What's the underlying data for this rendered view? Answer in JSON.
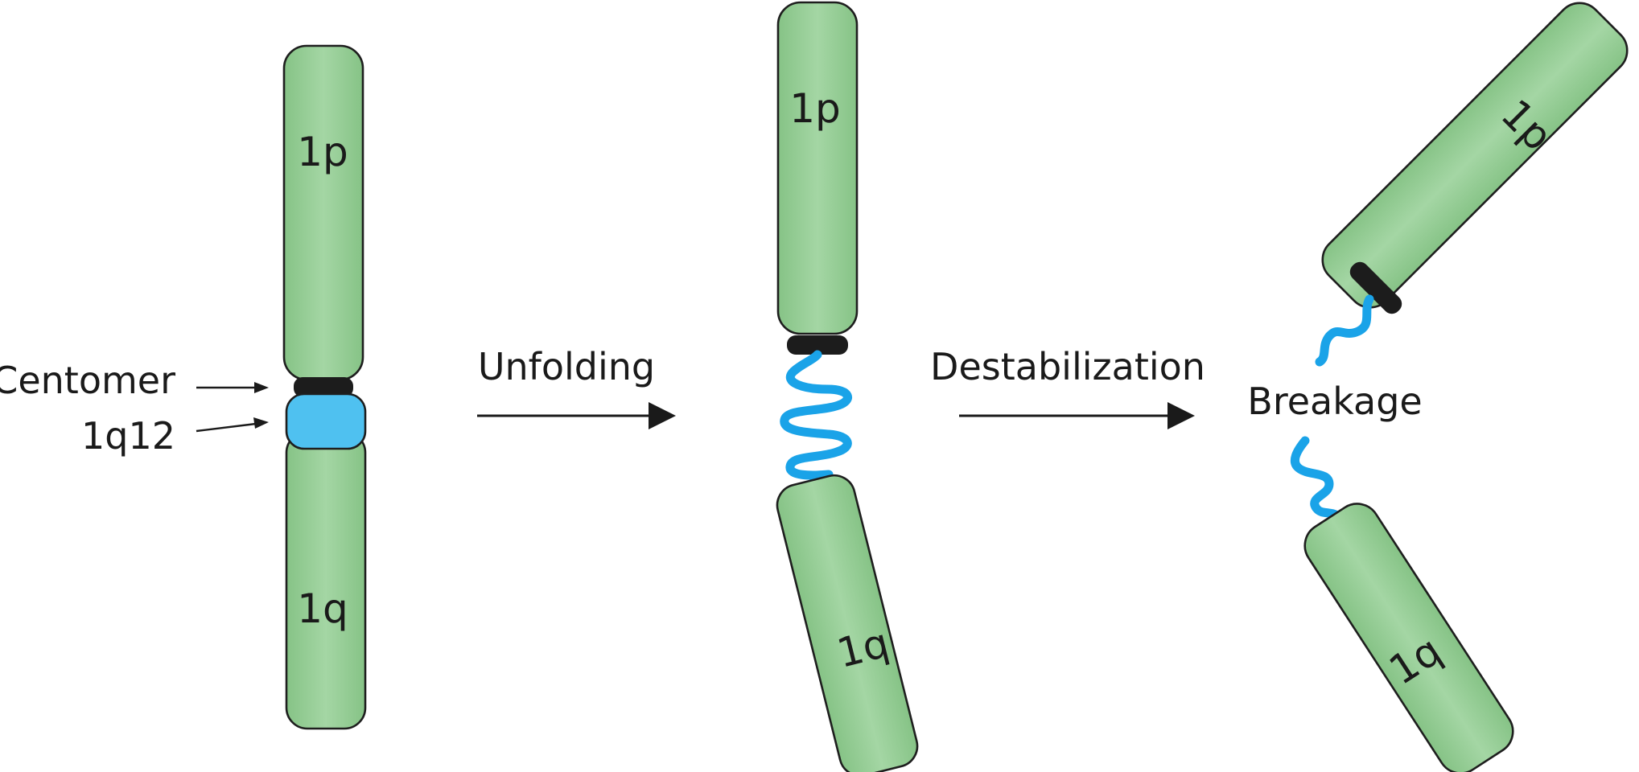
{
  "labels": {
    "arm_p": "1p",
    "arm_q": "1q",
    "centromere": "Centomer",
    "region": "1q12",
    "step_unfold": "Unfolding",
    "step_destab": "Destabilization",
    "breakage": "Breakage"
  },
  "colors": {
    "arm_fill": "#9bd09b",
    "arm_fill_edge": "#7fbf7f",
    "centromere": "#1c1c1c",
    "heterochromatin": "#4fc1f0",
    "thread": "#1aa3e8",
    "outline": "#1e1e1e"
  }
}
